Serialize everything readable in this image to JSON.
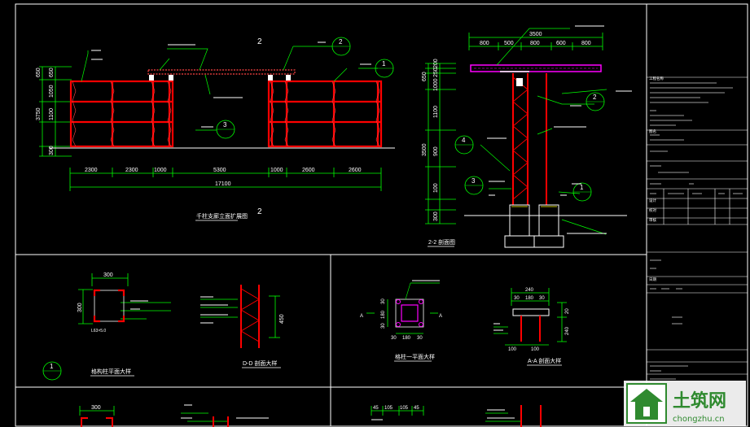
{
  "colors": {
    "background": "#000000",
    "frame": "#ffffff",
    "structure": "#ff0000",
    "dimension": "#00ff00",
    "roof": "#ff00ff",
    "callout": "#00ff00",
    "note": "#ffff00",
    "text": "#ffffff",
    "watermark_green": "#2f8a2f"
  },
  "elevation": {
    "section_marks": [
      "2",
      "2"
    ],
    "title": "千柱支廊立面扩展图",
    "height_dims": [
      "650",
      "650",
      "1050",
      "1100",
      "3750",
      "300"
    ],
    "bottom_dims": [
      "2300",
      "2300",
      "1000",
      "5300",
      "1000",
      "2600",
      "2600"
    ],
    "total_dim": "17100",
    "callouts": [
      "1",
      "2",
      "3"
    ]
  },
  "section22": {
    "title": "2-2 剖面图",
    "top_dims": [
      "800",
      "500",
      "800",
      "600",
      "800"
    ],
    "top_total": "3500",
    "height_dims": [
      "200",
      "250",
      "650",
      "1000",
      "1100",
      "900",
      "3500",
      "100",
      "300"
    ],
    "callouts": [
      "2",
      "1",
      "4",
      "3"
    ]
  },
  "detail1": {
    "dim_top": "300",
    "dim_side": "300",
    "title": "格构柱平面大样",
    "section_mark": "1",
    "small_label": "L63×5.0"
  },
  "detail_dd": {
    "dim": "450",
    "title": "D-D 剖面大样"
  },
  "detail_plan": {
    "dims_top": [
      "30",
      "180",
      "30"
    ],
    "dims_side": [
      "30",
      "180",
      "30"
    ],
    "title": "格柱一平面大样",
    "mark_a": "A"
  },
  "detail_aa": {
    "dims_top": [
      "240",
      "30",
      "180",
      "30"
    ],
    "dims_side": [
      "20",
      "240"
    ],
    "bottom_dims": [
      "100",
      "100"
    ],
    "title": "A-A 剖面大样"
  },
  "bottom_details": {
    "dim_left": "300",
    "dims_right": [
      "45",
      "105",
      "105",
      "45"
    ]
  },
  "title_block": {
    "row_labels": [
      "工程名称",
      "图名",
      "设计",
      "校对",
      "审核",
      "日期"
    ]
  },
  "watermark": {
    "name": "土筑网",
    "url": "chongzhu.cn"
  }
}
